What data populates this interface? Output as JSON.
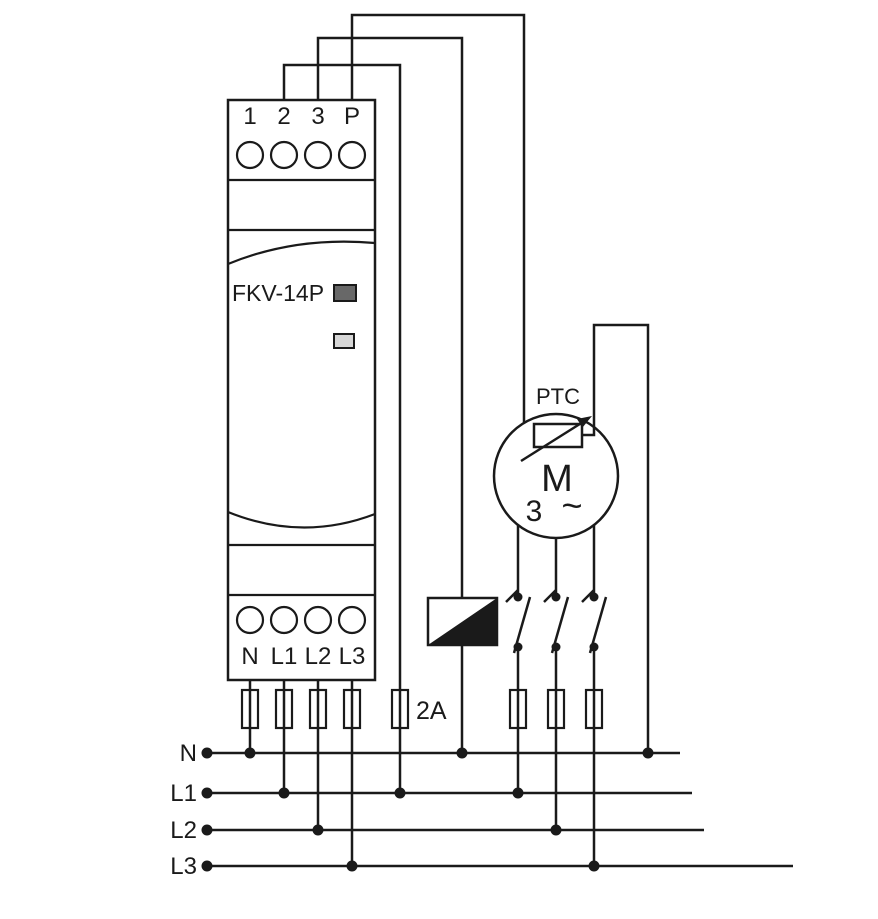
{
  "colors": {
    "line": "#1a1a1a",
    "led_top": "#686868",
    "led_bottom": "#d7d7d7",
    "background": "#ffffff"
  },
  "device": {
    "model": "FKV-14P",
    "top_terminals": [
      "1",
      "2",
      "3",
      "P"
    ],
    "bottom_terminals": [
      "N",
      "L1",
      "L2",
      "L3"
    ]
  },
  "fuses": {
    "control_fuse_rating": "2A"
  },
  "motor": {
    "letter": "M",
    "phase_count": "3",
    "ac_wave": "~",
    "sensor": "PTC"
  },
  "bus_labels": [
    "N",
    "L1",
    "L2",
    "L3"
  ]
}
